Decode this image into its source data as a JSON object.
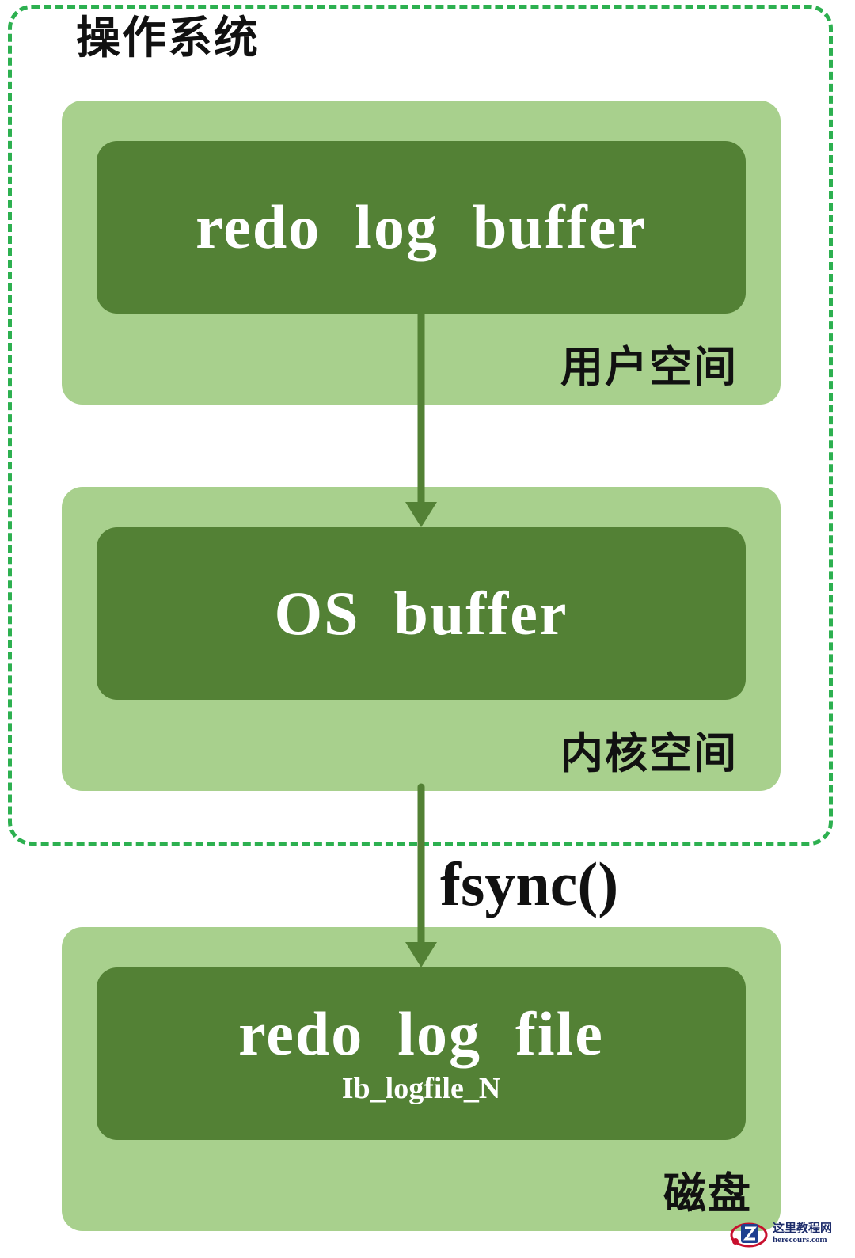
{
  "diagram": {
    "os_label": "操作系统",
    "zones": {
      "user_space": "用户空间",
      "kernel_space": "内核空间",
      "disk": "磁盘"
    },
    "boxes": {
      "redo_log_buffer": "redo  log  buffer",
      "os_buffer": "OS  buffer",
      "redo_log_file": "redo  log  file",
      "redo_log_file_sub": "Ib_logfile_N"
    },
    "edges": {
      "fsync_label": "fsync()"
    },
    "colors": {
      "os_border": "#2db050",
      "zone_fill": "#a8d08d",
      "box_fill": "#538135",
      "arrow": "#538135"
    }
  },
  "watermark": {
    "cn": "这里教程网",
    "en": "herecours.com"
  }
}
